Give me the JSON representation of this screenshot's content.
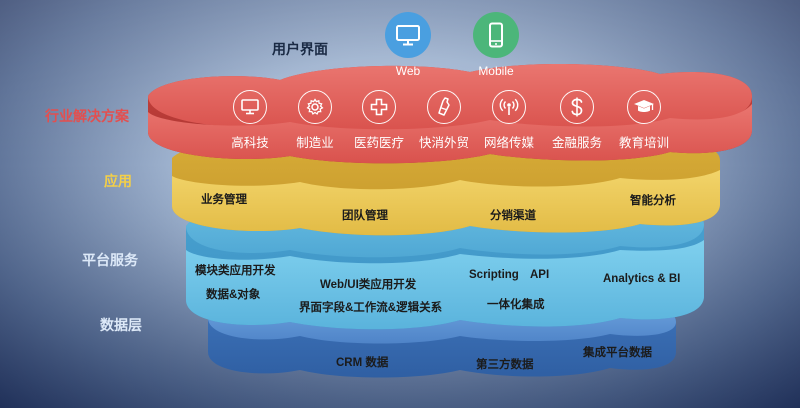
{
  "user_interface": {
    "title": "用户界面",
    "channels": [
      {
        "label": "Web",
        "icon": "monitor-icon",
        "color": "#4a9fe0"
      },
      {
        "label": "Mobile",
        "icon": "smartphone-icon",
        "color": "#4cb67a"
      }
    ]
  },
  "side_labels": {
    "industry": "行业解决方案",
    "application": "应用",
    "platform": "平台服务",
    "data": "数据层"
  },
  "industries": [
    {
      "label": "高科技",
      "icon": "monitor-icon"
    },
    {
      "label": "制造业",
      "icon": "gear-icon"
    },
    {
      "label": "医药医疗",
      "icon": "medical-cross-icon"
    },
    {
      "label": "快消外贸",
      "icon": "bottle-icon"
    },
    {
      "label": "网络传媒",
      "icon": "broadcast-icon"
    },
    {
      "label": "金融服务",
      "icon": "dollar-icon"
    },
    {
      "label": "教育培训",
      "icon": "graduation-cap-icon"
    }
  ],
  "application_layer": [
    "业务管理",
    "团队管理",
    "分销渠道",
    "智能分析"
  ],
  "platform_layer": {
    "modules": [
      "模块类应用开发",
      "数据&对象"
    ],
    "web_ui": [
      "Web/UI类应用开发",
      "界面字段&工作流&逻辑关系"
    ],
    "scripting": [
      "Scripting",
      "API",
      "一体化集成"
    ],
    "analytics": "Analytics & BI"
  },
  "data_layer": [
    "CRM 数据",
    "第三方数据",
    "集成平台数据"
  ],
  "colors": {
    "industry_layer": "#e0645f",
    "application_layer": "#ecc95a",
    "platform_layer": "#6cc3e3",
    "data_layer": "#5d93d2",
    "label_industry": "#e05050",
    "label_application": "#f2cf4a",
    "label_platform": "#dbe8f7",
    "label_data": "#dbe8f7"
  }
}
